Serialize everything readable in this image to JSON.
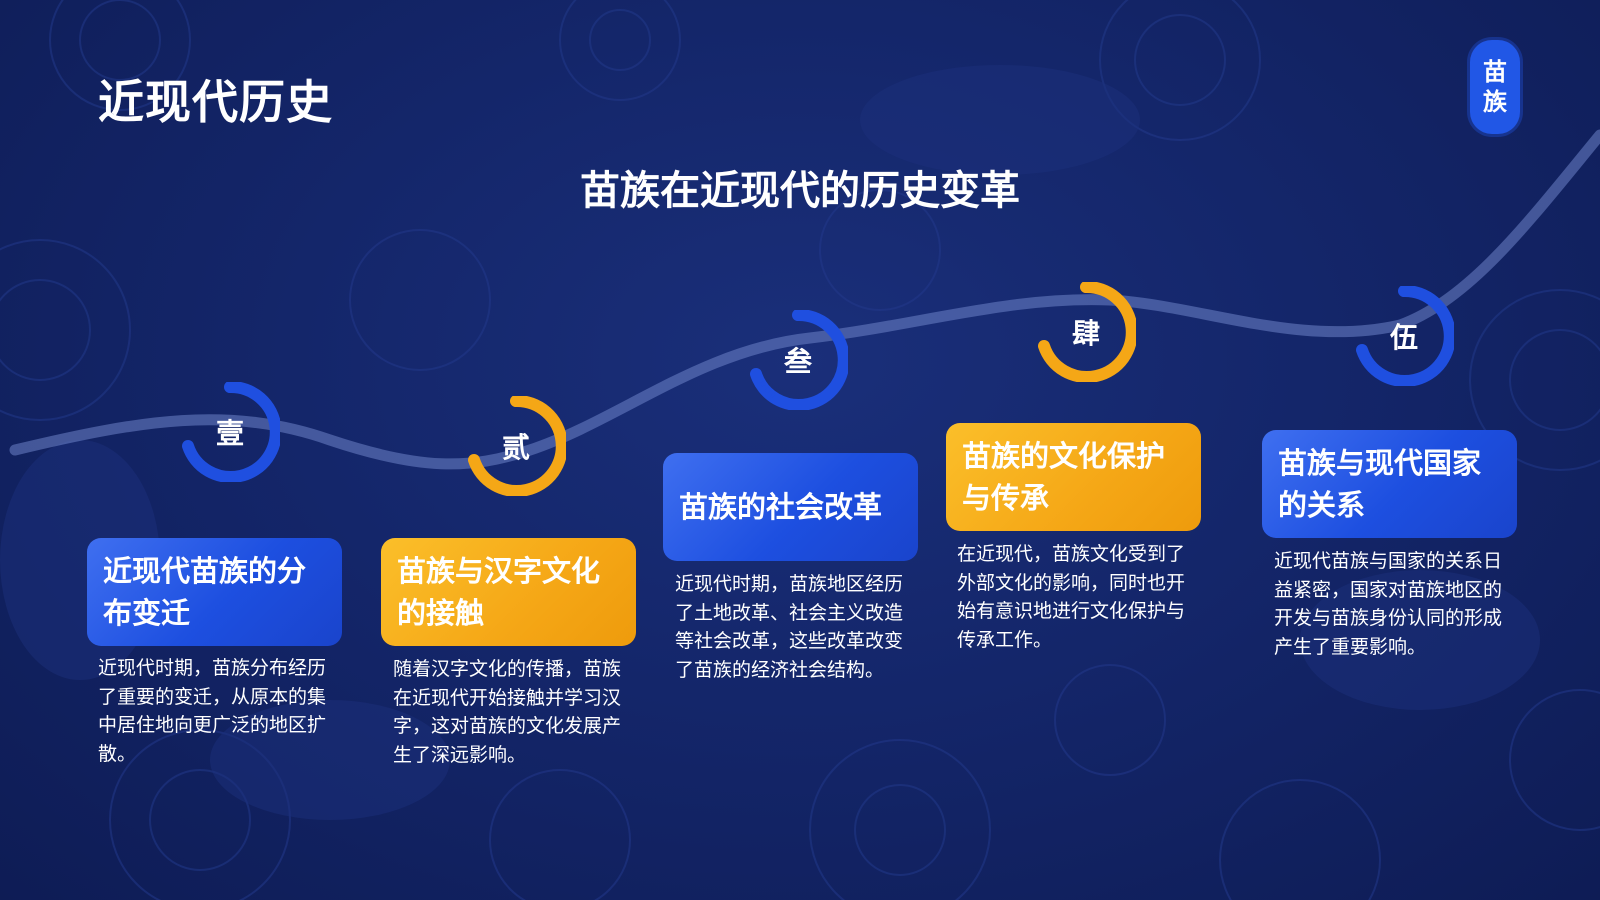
{
  "slide": {
    "title": "近现代历史",
    "subtitle": "苗族在近现代的历史变革"
  },
  "logo": {
    "chars": [
      "苗",
      "族"
    ]
  },
  "colors": {
    "background": "#14266a",
    "accent_blue": "#1d4fe0",
    "accent_orange": "#f5a716",
    "text": "#ffffff"
  },
  "steps": [
    {
      "number": "壹",
      "heading": "近现代苗族的分布变迁",
      "body": "近现代时期，苗族分布经历了重要的变迁，从原本的集中居住地向更广泛的地区扩散。",
      "color": "blue"
    },
    {
      "number": "贰",
      "heading": "苗族与汉字文化的接触",
      "body": "随着汉字文化的传播，苗族在近现代开始接触并学习汉字，这对苗族的文化发展产生了深远影响。",
      "color": "orange"
    },
    {
      "number": "叁",
      "heading": "苗族的社会改革",
      "body": "近现代时期，苗族地区经历了土地改革、社会主义改造等社会改革，这些改革改变了苗族的经济社会结构。",
      "color": "blue"
    },
    {
      "number": "肆",
      "heading": "苗族的文化保护与传承",
      "body": "在近现代，苗族文化受到了外部文化的影响，同时也开始有意识地进行文化保护与传承工作。",
      "color": "orange"
    },
    {
      "number": "伍",
      "heading": "苗族与现代国家的关系",
      "body": "近现代苗族与国家的关系日益紧密，国家对苗族地区的开发与苗族身份认同的形成产生了重要影响。",
      "color": "blue"
    }
  ]
}
